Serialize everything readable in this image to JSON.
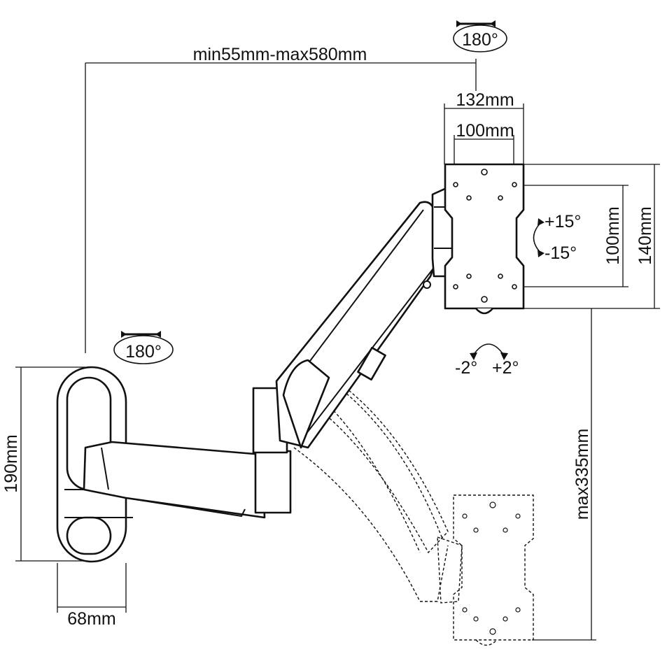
{
  "dimensions": {
    "reach": "min55mm-max580mm",
    "rotate_top": "180°",
    "rotate_base": "180°",
    "plate_width": "132mm",
    "vesa_width": "100mm",
    "vesa_height": "100mm",
    "plate_height": "140mm",
    "tilt_up": "+15°",
    "tilt_down": "-15°",
    "level_minus": "-2°",
    "level_plus": "+2°",
    "height_adjust": "max335mm",
    "base_height": "190mm",
    "base_depth": "68mm"
  }
}
